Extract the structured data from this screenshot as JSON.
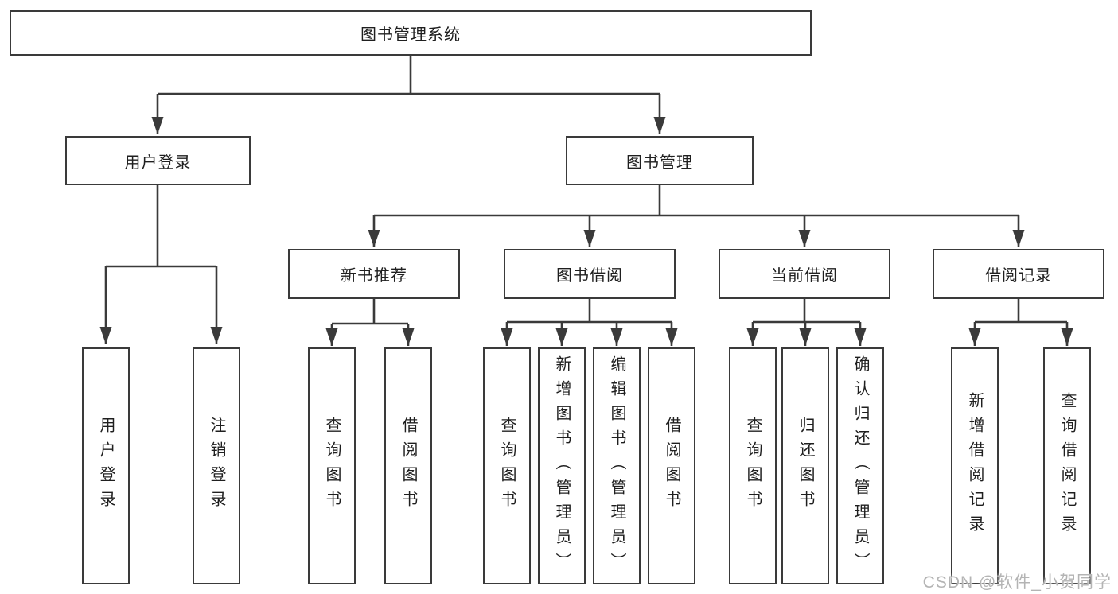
{
  "diagram": {
    "root": {
      "label": "图书管理系统"
    },
    "level2": [
      {
        "label": "用户登录"
      },
      {
        "label": "图书管理"
      }
    ],
    "level3": [
      {
        "label": "新书推荐"
      },
      {
        "label": "图书借阅"
      },
      {
        "label": "当前借阅"
      },
      {
        "label": "借阅记录"
      }
    ],
    "leaves": {
      "user_login": [
        "用户登录",
        "注销登录"
      ],
      "new_book": [
        "查询图书",
        "借阅图书"
      ],
      "book_borrow": [
        "查询图书",
        "新增图书（管理员）",
        "编辑图书（管理员）",
        "借阅图书"
      ],
      "current_borrow": [
        "查询图书",
        "归还图书",
        "确认归还（管理员）"
      ],
      "borrow_records": [
        "新增借阅记录",
        "查询借阅记录"
      ]
    }
  },
  "watermark": {
    "text": "CSDN @软件_小贺同学",
    "color": "#b4b4b4"
  },
  "colors": {
    "line": "#3a3a3a",
    "text": "#1f1f1f",
    "background": "#ffffff"
  }
}
